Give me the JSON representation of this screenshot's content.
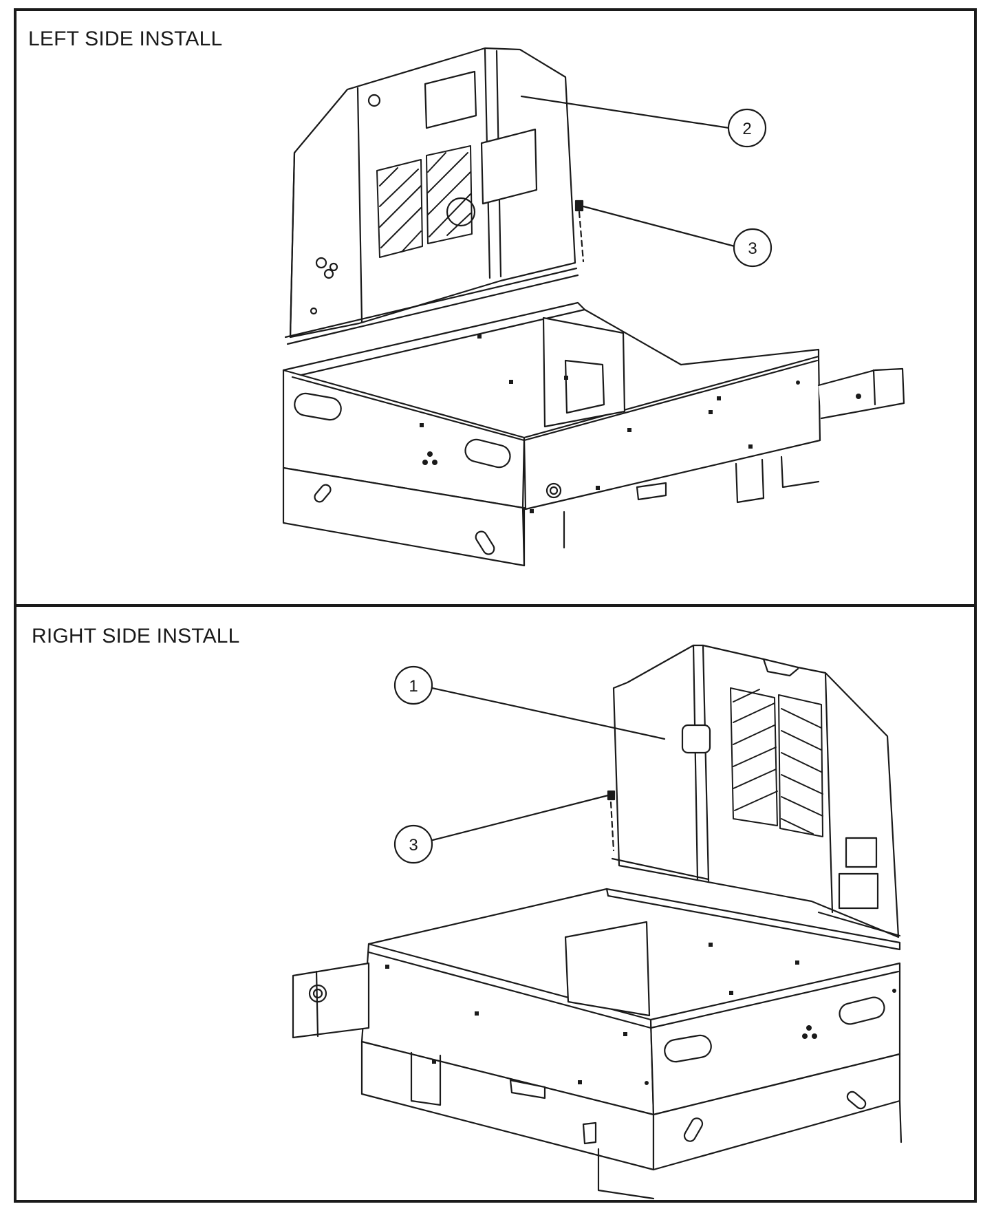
{
  "panels": [
    {
      "title": "LEFT SIDE INSTALL"
    },
    {
      "title": "RIGHT SIDE INSTALL"
    }
  ],
  "callouts": {
    "left_panel_item": "2",
    "left_hardware": "3",
    "right_panel_item": "1",
    "right_hardware": "3"
  }
}
